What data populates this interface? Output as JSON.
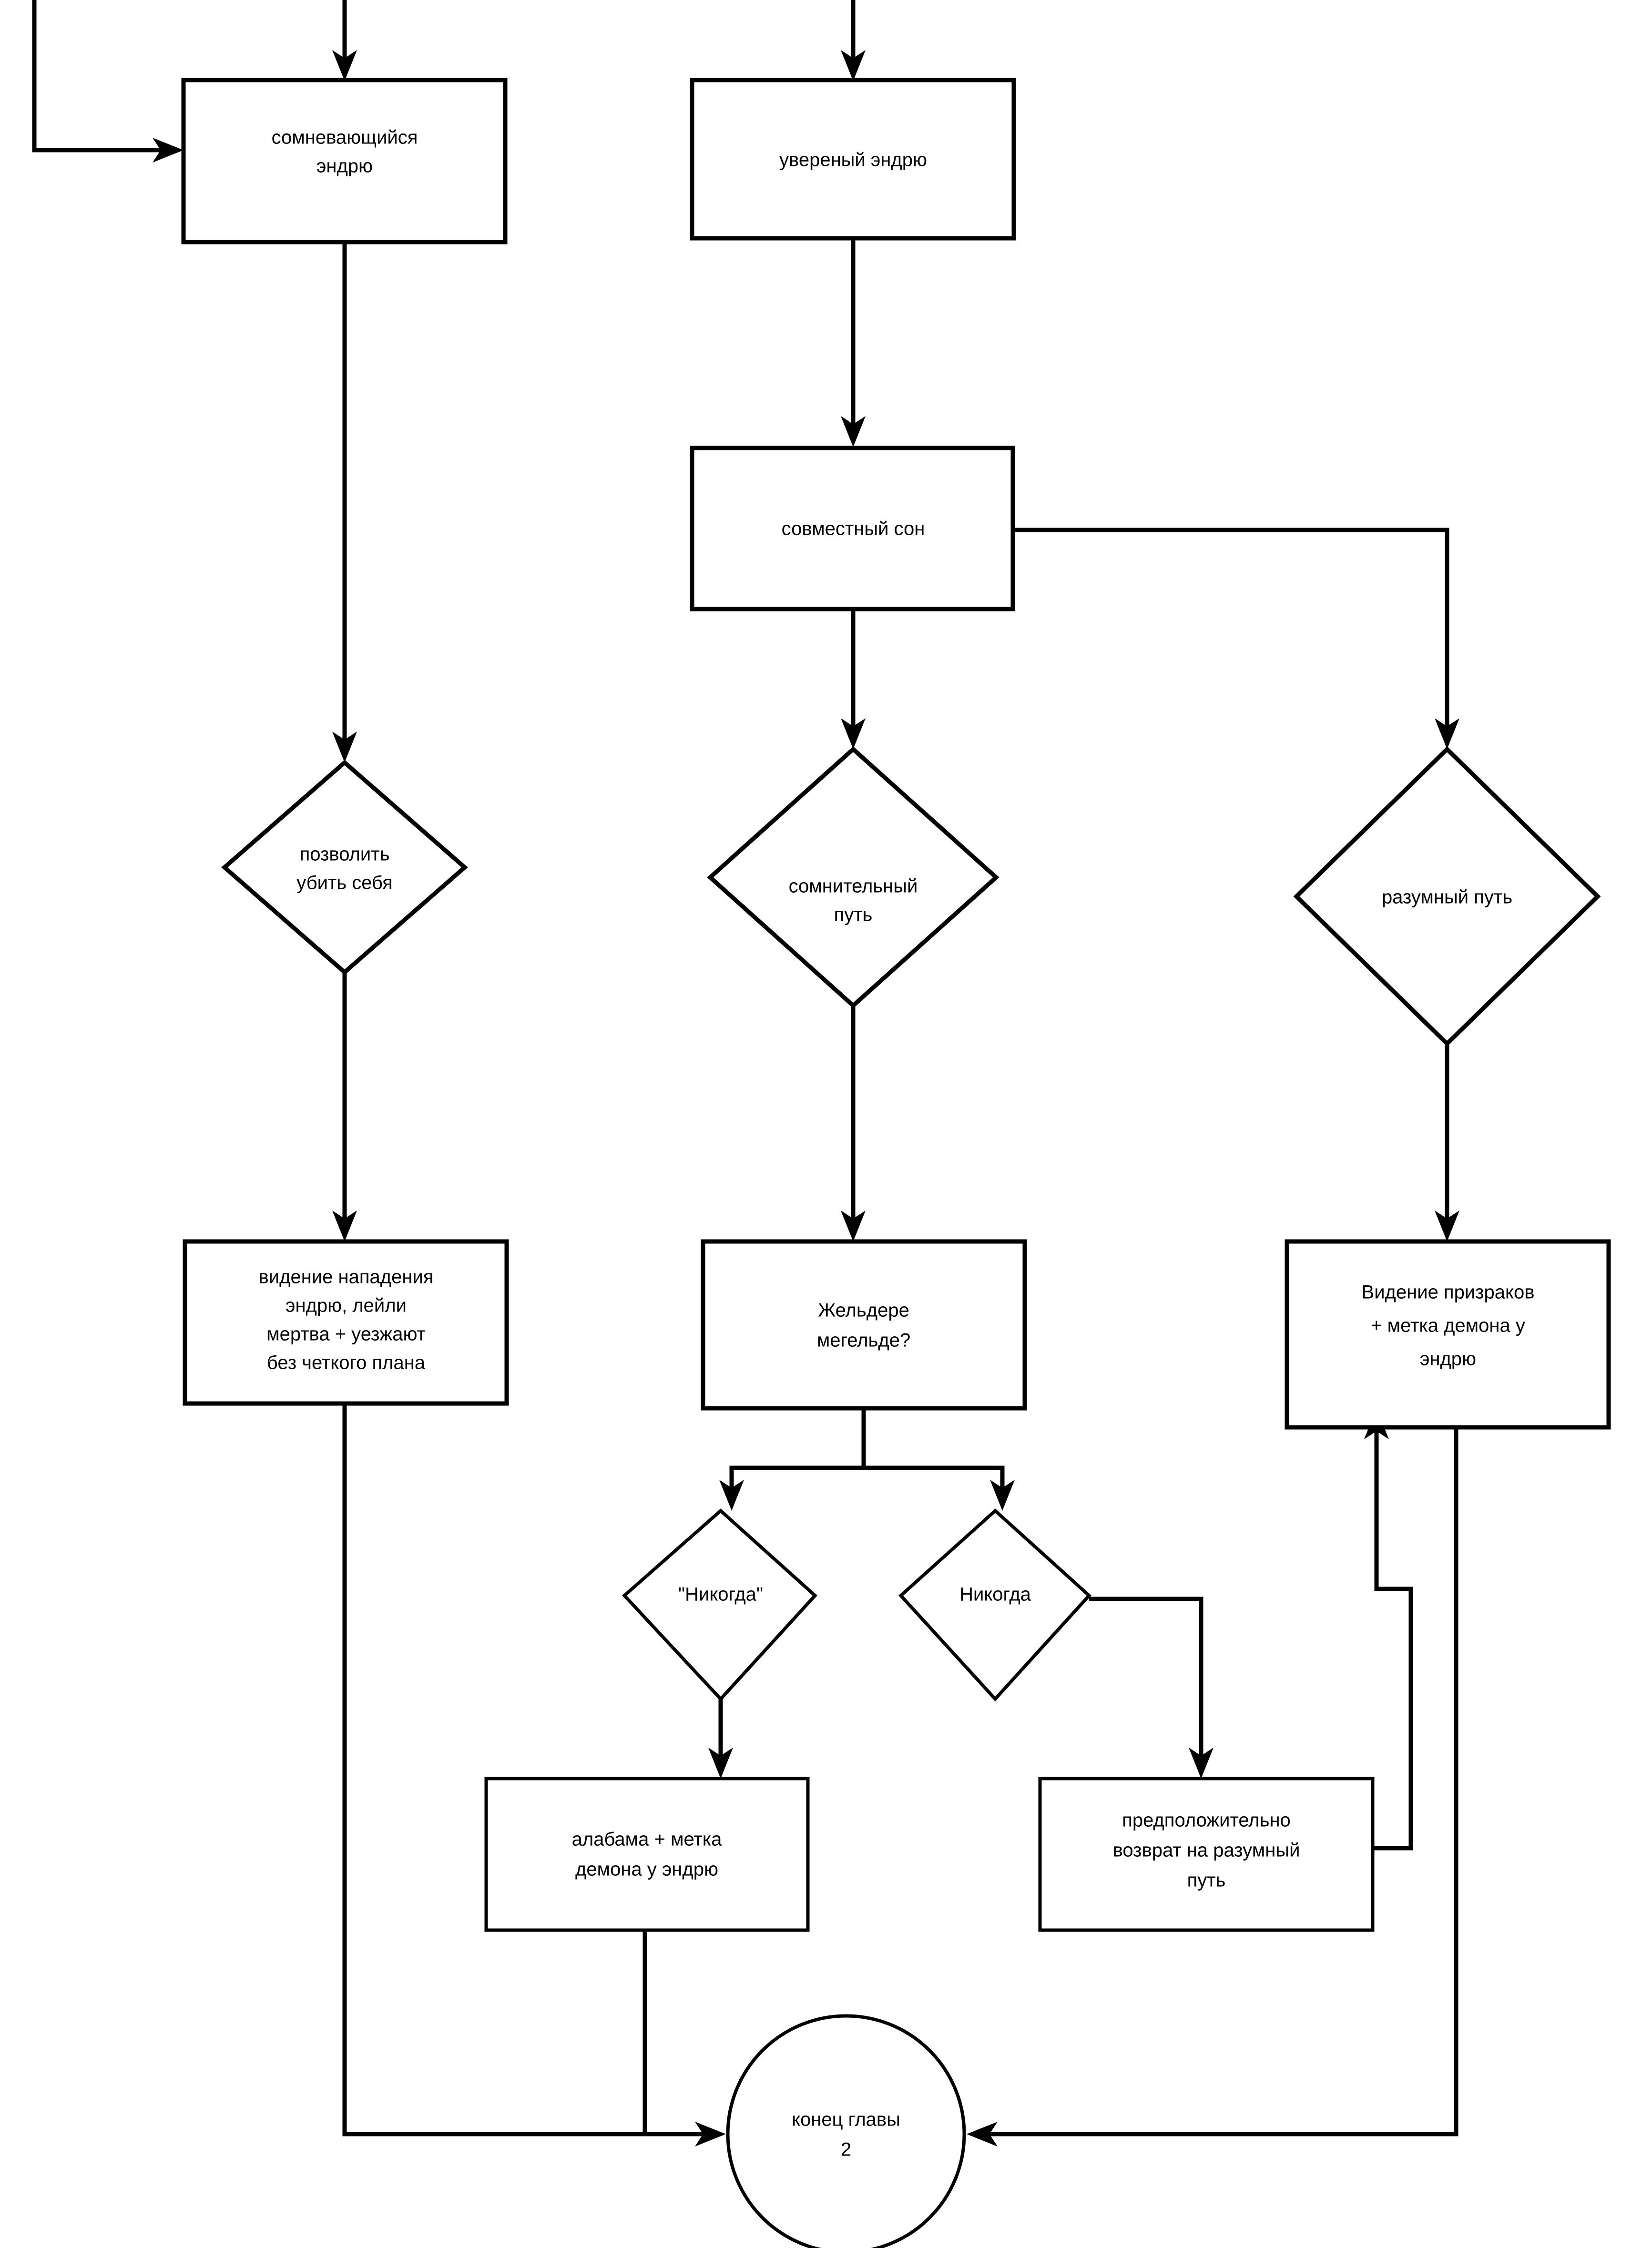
{
  "diagram": {
    "title": "",
    "type": "flowchart",
    "background_color": "#ffffff",
    "line_color": "#000000",
    "fill_color": "#ffffff",
    "nodes": [
      {
        "id": "doubting-andrew",
        "shape": "process",
        "lines": [
          "сомневающийся",
          "эндрю"
        ]
      },
      {
        "id": "confident-andrew",
        "shape": "process",
        "lines": [
          "увереный эндрю"
        ]
      },
      {
        "id": "shared-dream",
        "shape": "process",
        "lines": [
          "совместный сон"
        ]
      },
      {
        "id": "allow-kill-self",
        "shape": "decision",
        "lines": [
          "позволить",
          "убить себя"
        ]
      },
      {
        "id": "doubtful-path",
        "shape": "decision",
        "lines": [
          "сомнительный",
          "путь"
        ]
      },
      {
        "id": "reasonable-path",
        "shape": "decision",
        "lines": [
          "разумный путь"
        ]
      },
      {
        "id": "vision-attack",
        "shape": "process",
        "lines": [
          "видение нападения",
          "эндрю, лейли",
          "мертва + уезжают",
          "без четкого плана"
        ]
      },
      {
        "id": "zheldere",
        "shape": "process",
        "lines": [
          "Жельдере",
          "мегельде?"
        ]
      },
      {
        "id": "vision-ghosts",
        "shape": "process",
        "lines": [
          "Видение призраков",
          "+ метка демона у",
          "эндрю"
        ]
      },
      {
        "id": "never-quoted",
        "shape": "decision",
        "lines": [
          "\"Никогда\""
        ]
      },
      {
        "id": "never-plain",
        "shape": "decision",
        "lines": [
          "Никогда"
        ]
      },
      {
        "id": "alabama-mark",
        "shape": "process",
        "lines": [
          "алабама + метка",
          "демона у эндрю"
        ]
      },
      {
        "id": "presumed-return",
        "shape": "process",
        "lines": [
          "предположительно",
          "возврат на разумный",
          "путь"
        ]
      },
      {
        "id": "chapter-end",
        "shape": "terminator-circle",
        "lines": [
          "конец главы",
          "2"
        ]
      }
    ],
    "edges": [
      {
        "from": "external-top-left",
        "to": "doubting-andrew",
        "label": ""
      },
      {
        "from": "external-left-loop",
        "to": "doubting-andrew",
        "label": ""
      },
      {
        "from": "external-top-middle",
        "to": "confident-andrew",
        "label": ""
      },
      {
        "from": "doubting-andrew",
        "to": "allow-kill-self",
        "label": ""
      },
      {
        "from": "confident-andrew",
        "to": "shared-dream",
        "label": ""
      },
      {
        "from": "shared-dream",
        "to": "doubtful-path",
        "label": ""
      },
      {
        "from": "shared-dream",
        "to": "reasonable-path",
        "label": ""
      },
      {
        "from": "allow-kill-self",
        "to": "vision-attack",
        "label": ""
      },
      {
        "from": "doubtful-path",
        "to": "zheldere",
        "label": ""
      },
      {
        "from": "reasonable-path",
        "to": "vision-ghosts",
        "label": ""
      },
      {
        "from": "zheldere",
        "to": "never-quoted",
        "label": ""
      },
      {
        "from": "zheldere",
        "to": "never-plain",
        "label": ""
      },
      {
        "from": "never-quoted",
        "to": "alabama-mark",
        "label": ""
      },
      {
        "from": "never-plain",
        "to": "presumed-return",
        "label": ""
      },
      {
        "from": "presumed-return",
        "to": "vision-ghosts",
        "label": ""
      },
      {
        "from": "vision-attack",
        "to": "chapter-end",
        "label": ""
      },
      {
        "from": "alabama-mark",
        "to": "chapter-end",
        "label": ""
      },
      {
        "from": "vision-ghosts",
        "to": "chapter-end",
        "label": ""
      }
    ]
  }
}
